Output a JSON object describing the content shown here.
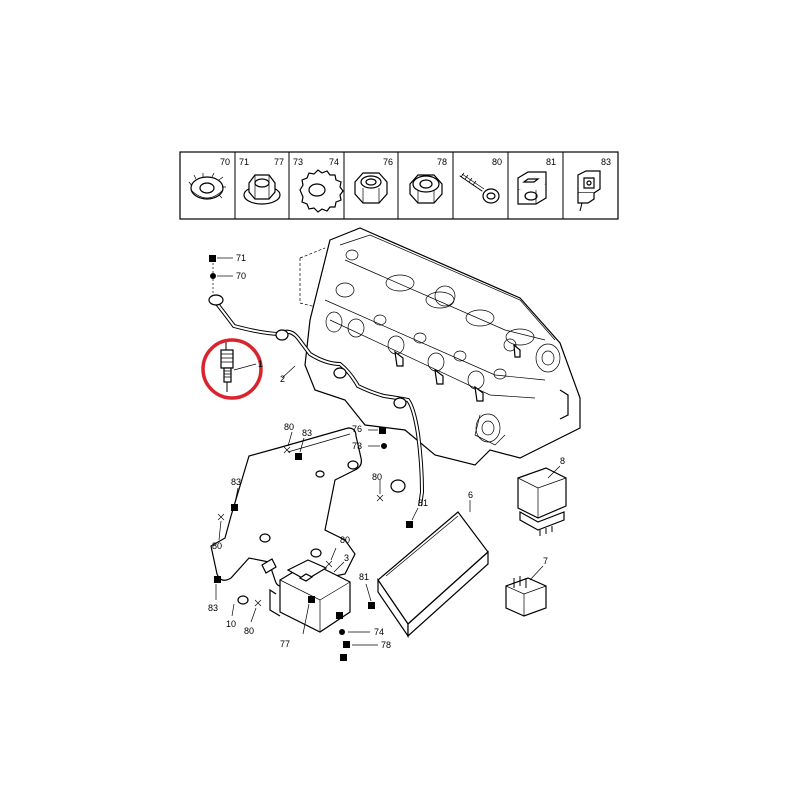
{
  "hardware_legend": [
    {
      "numbers": [
        "70"
      ],
      "icon": "star-washer-icon"
    },
    {
      "numbers": [
        "71",
        "77"
      ],
      "icon": "flange-nut-icon"
    },
    {
      "numbers": [
        "73",
        "74"
      ],
      "icon": "serrated-washer-icon"
    },
    {
      "numbers": [
        "76"
      ],
      "icon": "hex-nut-icon"
    },
    {
      "numbers": [
        "78"
      ],
      "icon": "cap-nut-icon"
    },
    {
      "numbers": [
        "80"
      ],
      "icon": "bolt-icon"
    },
    {
      "numbers": [
        "81"
      ],
      "icon": "clip-nut-icon"
    },
    {
      "numbers": [
        "83"
      ],
      "icon": "spring-clip-icon"
    }
  ],
  "callouts": {
    "c71": "71",
    "c70": "70",
    "c1": "1",
    "c2": "2",
    "c80a": "80",
    "c83a": "83",
    "c76": "76",
    "c73": "73",
    "c80b": "80",
    "c83b": "83",
    "c81a": "81",
    "c6": "6",
    "c8": "8",
    "c80c": "80",
    "c80d": "80",
    "c3": "3",
    "c81b": "81",
    "c7": "7",
    "c83c": "83",
    "c10": "10",
    "c80e": "80",
    "c77": "77",
    "c74": "74",
    "c78": "78"
  },
  "highlight": {
    "part": "1",
    "color": "#d9232d"
  }
}
